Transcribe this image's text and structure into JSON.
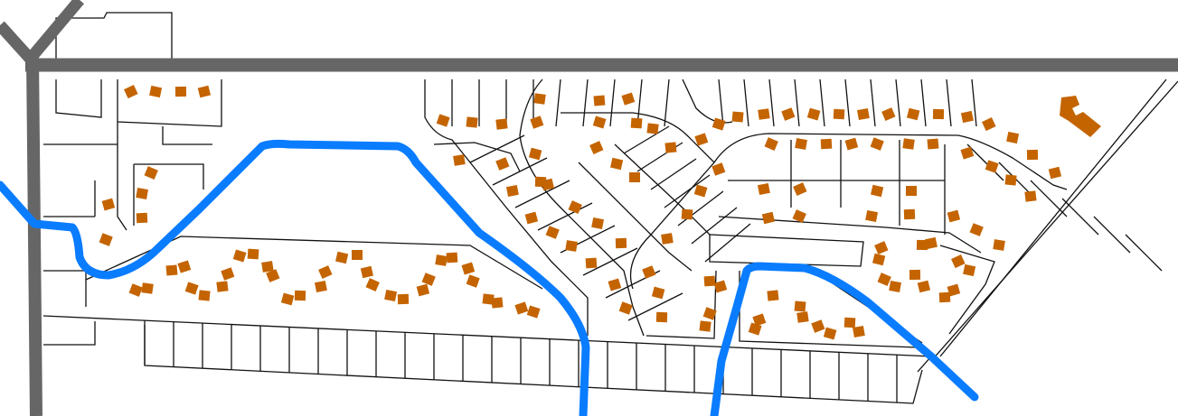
{
  "map": {
    "colors": {
      "background": "#ffffff",
      "road": "#666666",
      "river": "#0a7cff",
      "building": "#c46400",
      "parcel_outline": "#111111"
    },
    "layers": [
      "parcels",
      "roads",
      "rivers",
      "buildings"
    ]
  }
}
